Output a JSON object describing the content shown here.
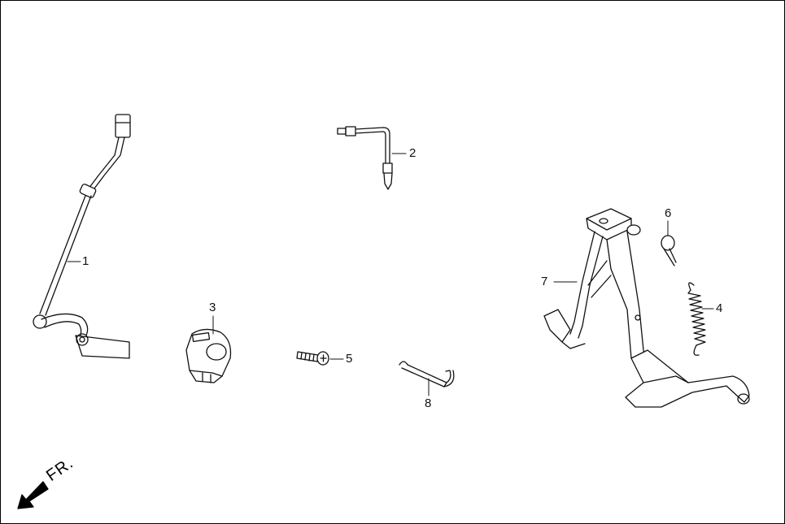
{
  "parts": [
    {
      "callout": "1"
    },
    {
      "callout": "2"
    },
    {
      "callout": "3"
    },
    {
      "callout": "4"
    },
    {
      "callout": "5"
    },
    {
      "callout": "6"
    },
    {
      "callout": "7"
    },
    {
      "callout": "8"
    }
  ],
  "direction_indicator": {
    "label": "FR.",
    "icon": "arrow-down-left-icon"
  },
  "colors": {
    "line": "#111111",
    "background": "#ffffff"
  }
}
